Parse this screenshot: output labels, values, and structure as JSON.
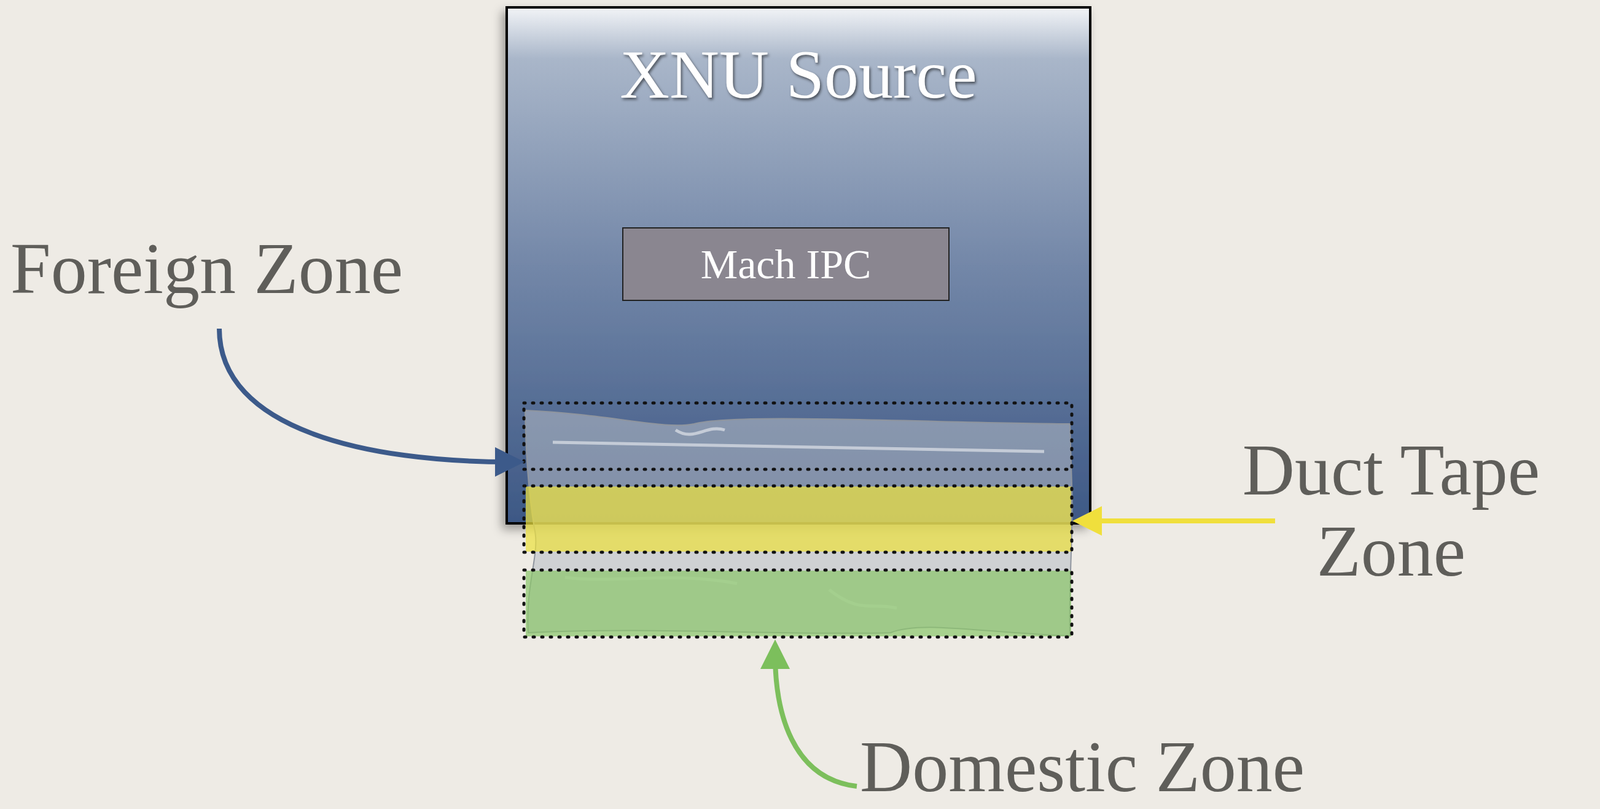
{
  "diagram": {
    "nodes": [
      {
        "text": [
          "XNU Source"
        ]
      },
      {
        "text": [
          "Mach IPC"
        ],
        "in": 0
      }
    ],
    "labels": [
      "Foreign Zone",
      "Duct Tape Zone",
      "Domestic Zone"
    ]
  }
}
